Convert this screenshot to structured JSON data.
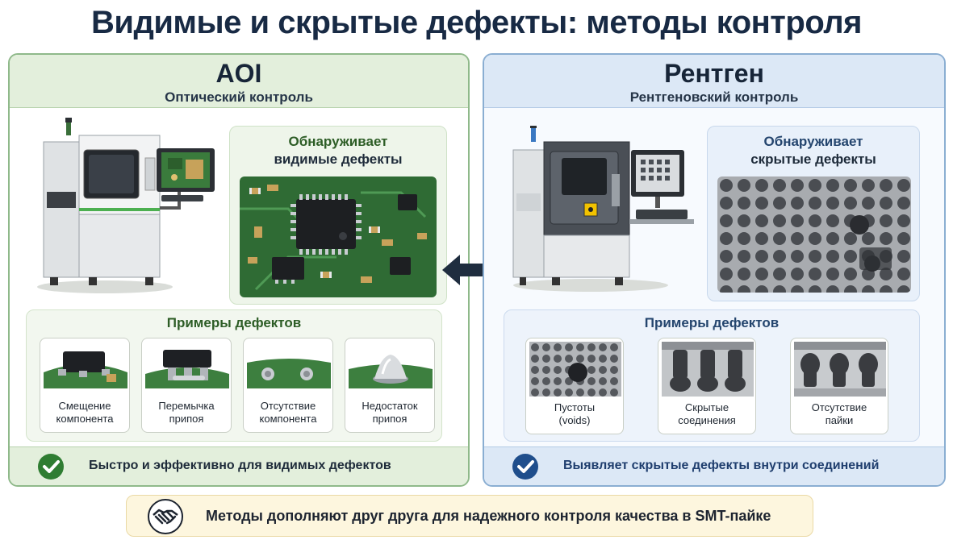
{
  "title": "Видимые и скрытые дефекты: методы контроля",
  "aoi": {
    "title": "AOI",
    "subtitle": "Оптический контроль",
    "detect_line1": "Обнаруживает",
    "detect_line2": "видимые дефекты",
    "examples_title": "Примеры дефектов",
    "examples": [
      {
        "line1": "Смещение",
        "line2": "компонента"
      },
      {
        "line1": "Перемычка",
        "line2": "припоя"
      },
      {
        "line1": "Отсутствие",
        "line2": "компонента"
      },
      {
        "line1": "Недостаток",
        "line2": "припоя"
      }
    ],
    "footer": "Быстро и эффективно для видимых дефектов",
    "accent": "#2f7d32"
  },
  "xray": {
    "title": "Рентген",
    "subtitle": "Рентгеновский контроль",
    "detect_line1": "Обнаруживает",
    "detect_line2": "скрытые дефекты",
    "examples_title": "Примеры дефектов",
    "examples": [
      {
        "line1": "Пустоты",
        "line2": "(voids)"
      },
      {
        "line1": "Скрытые",
        "line2": "соединения"
      },
      {
        "line1": "Отсутствие",
        "line2": "пайки"
      }
    ],
    "footer": "Выявляет скрытые дефекты внутри соединений",
    "accent": "#1f4e8c"
  },
  "bottom_note": "Методы дополняют друг друга для надежного контроля качества в SMT-пайке",
  "icons": [
    "check-icon",
    "handshake-icon",
    "double-arrow-icon",
    "radiation-icon"
  ]
}
